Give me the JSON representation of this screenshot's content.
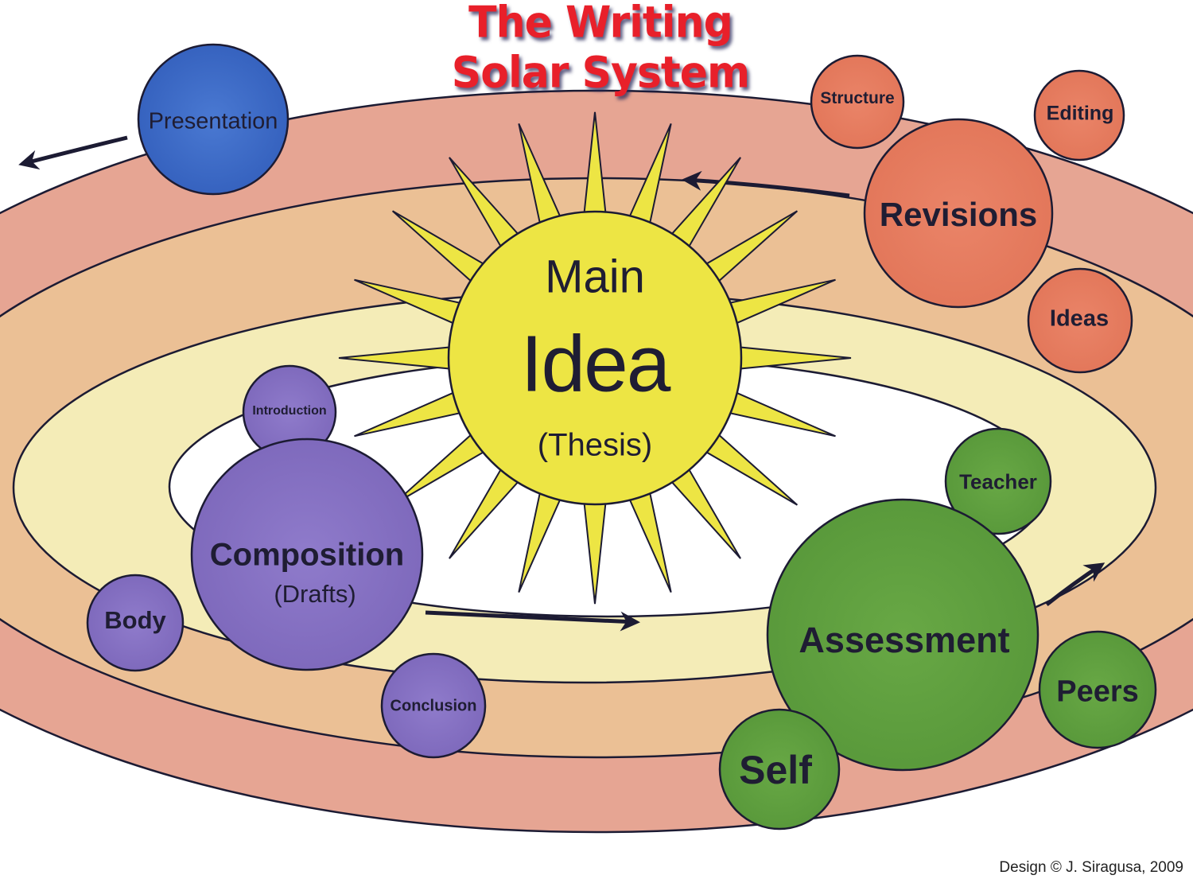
{
  "title": {
    "line1": "The Writing",
    "line2": "Solar System",
    "color": "#e8202a"
  },
  "sun": {
    "line1": "Main",
    "line2": "Idea",
    "line3": "(Thesis)",
    "color": "#ede544"
  },
  "planets": {
    "presentation": {
      "label": "Presentation",
      "color": "#3d6ac6"
    },
    "revisions": {
      "label": "Revisions",
      "color": "#e57c62",
      "moons": {
        "structure": "Structure",
        "editing": "Editing",
        "ideas": "Ideas"
      }
    },
    "composition": {
      "label": "Composition",
      "sublabel": "(Drafts)",
      "color": "#8874c4",
      "moons": {
        "introduction": "Introduction",
        "body": "Body",
        "conclusion": "Conclusion"
      }
    },
    "assessment": {
      "label": "Assessment",
      "color": "#5fa23e",
      "moons": {
        "teacher": "Teacher",
        "peers": "Peers",
        "self": "Self"
      }
    }
  },
  "orbits": {
    "outer_color": "#e6a593",
    "second_color": "#ebc095",
    "third_color": "#f4ecb7",
    "inner_color": "#ffffff"
  },
  "credit": "Design © J. Siragusa, 2009"
}
